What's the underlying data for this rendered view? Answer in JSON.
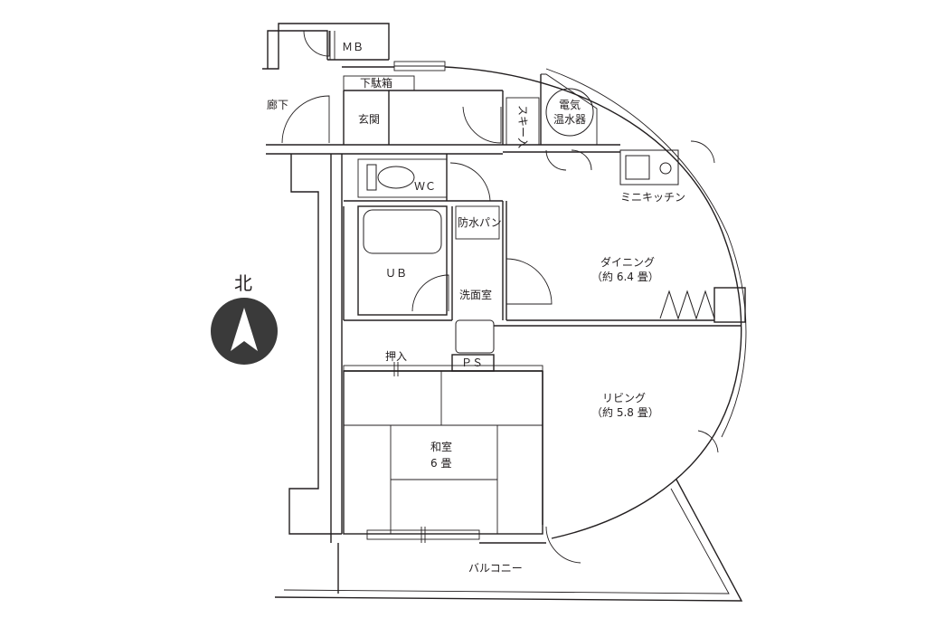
{
  "rooms": {
    "mb": "ＭＢ",
    "corridor": "廊下",
    "shoe_box": "下駄箱",
    "entrance": "玄関",
    "ski_storage": "スキー入",
    "water_heater_line1": "電気",
    "water_heater_line2": "温水器",
    "wc": "ＷＣ",
    "mini_kitchen": "ミニキッチン",
    "waterproof_pan": "防水パン",
    "ub": "ＵＢ",
    "washroom": "洗面室",
    "dining": "ダイニング",
    "dining_size": "（約 6.4 畳）",
    "closet": "押入",
    "ps": "ＰＳ",
    "living": "リビング",
    "living_size": "（約 5.8 畳）",
    "japanese_room": "和室",
    "japanese_room_size": "6 畳",
    "balcony": "バルコニー"
  },
  "compass": {
    "label": "北",
    "circle_color": "#3a3a3a"
  },
  "colors": {
    "line": "#231f20"
  }
}
